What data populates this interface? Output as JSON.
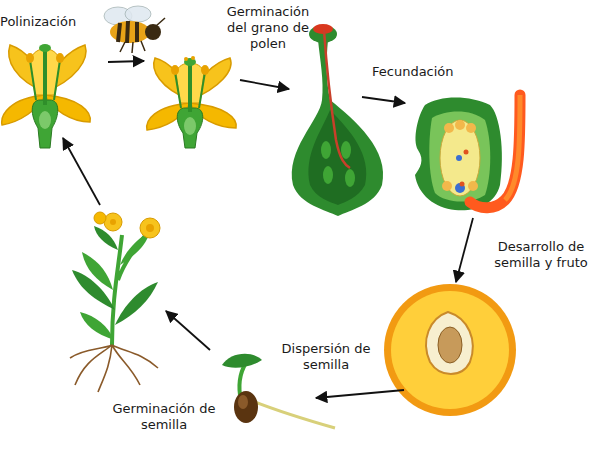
{
  "diagram": {
    "labels": [
      "Polinización",
      "Germinación del grano de polen",
      "Fecundación",
      "Desarrollo de semilla y fruto",
      "Dispersión de semilla",
      "Germinación de semilla"
    ]
  }
}
